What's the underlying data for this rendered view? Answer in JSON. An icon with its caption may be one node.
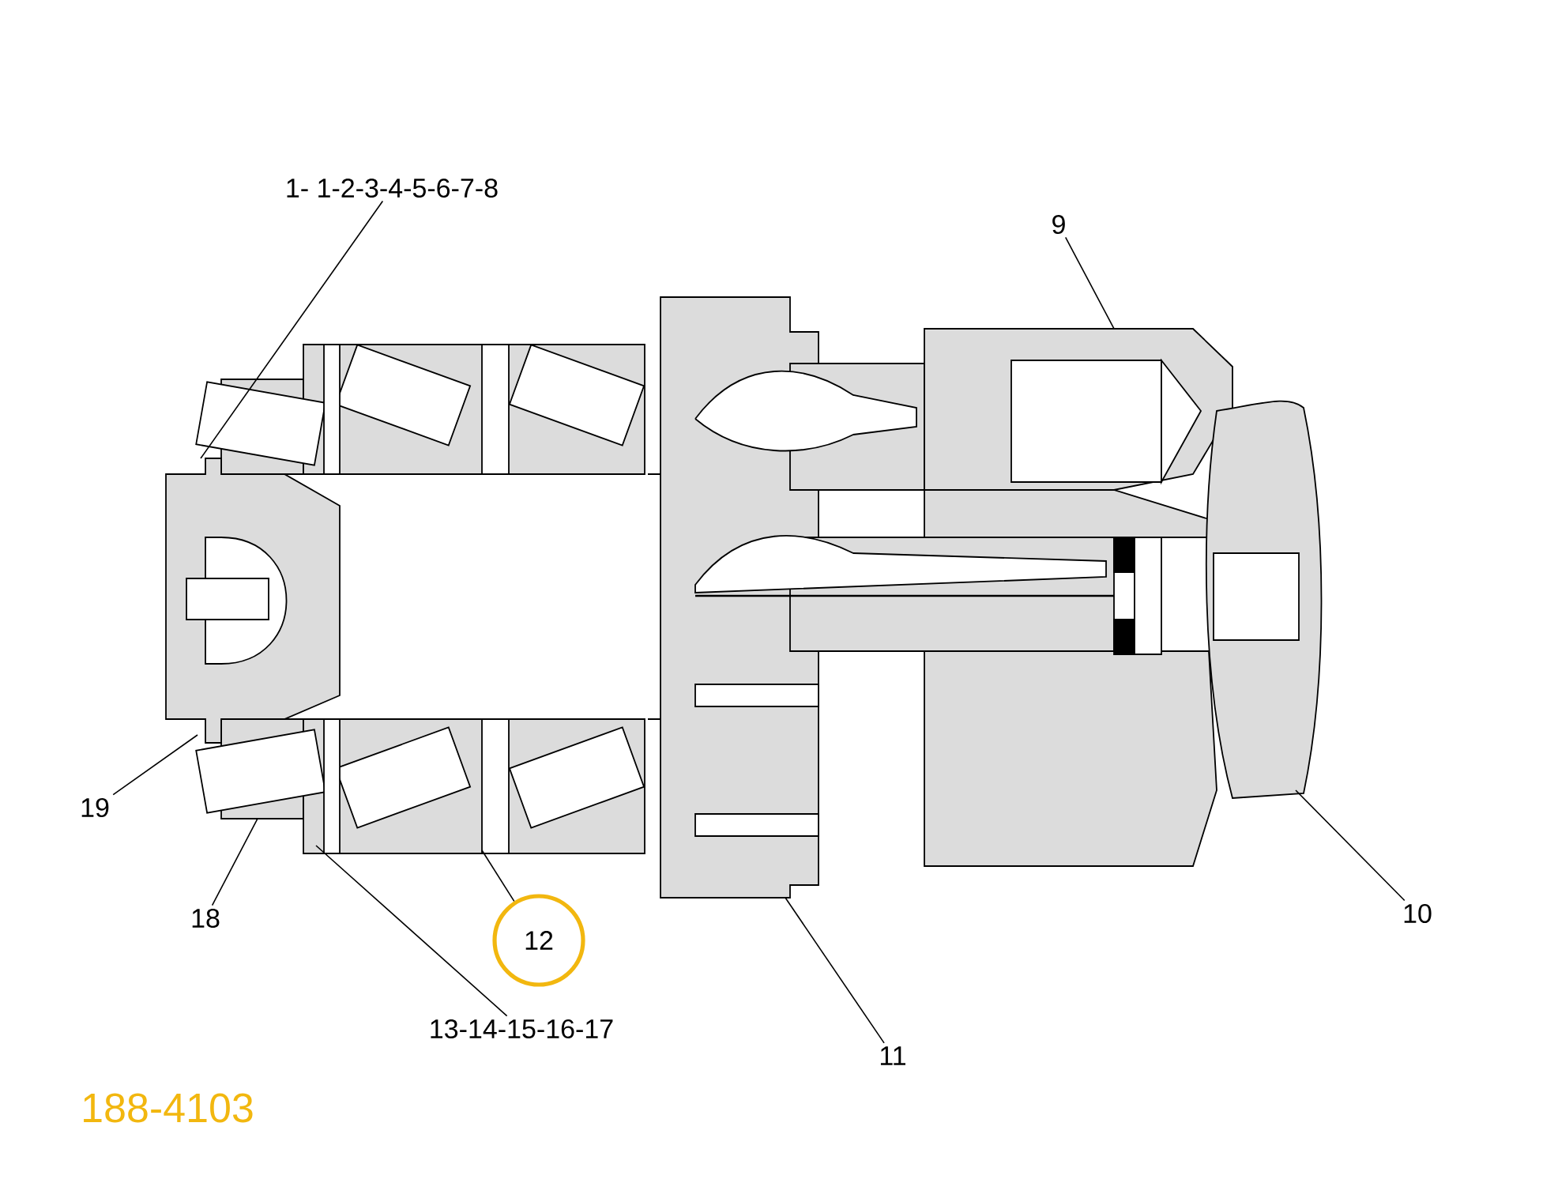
{
  "diagram": {
    "nodes": [
      {
        "text": [
          "1- 1-2-3-4-5-6-7-8"
        ]
      },
      {
        "text": [
          "9"
        ]
      },
      {
        "text": [
          "10"
        ]
      },
      {
        "text": [
          "11"
        ]
      },
      {
        "text": [
          "12"
        ]
      },
      {
        "text": [
          "13-14-15-16-17"
        ]
      },
      {
        "text": [
          "18"
        ]
      },
      {
        "text": [
          "19"
        ]
      }
    ],
    "edges": [
      {
        "from": 0,
        "to": null,
        "arrow": "none"
      },
      {
        "from": 1,
        "to": null,
        "arrow": "none"
      },
      {
        "from": 2,
        "to": null,
        "arrow": "none"
      },
      {
        "from": 3,
        "to": null,
        "arrow": "none"
      },
      {
        "from": 4,
        "to": null,
        "arrow": "none"
      },
      {
        "from": 5,
        "to": null,
        "arrow": "none"
      },
      {
        "from": 6,
        "to": null,
        "arrow": "none"
      },
      {
        "from": 7,
        "to": null,
        "arrow": "none"
      }
    ],
    "labels": [
      "188-4103"
    ]
  }
}
